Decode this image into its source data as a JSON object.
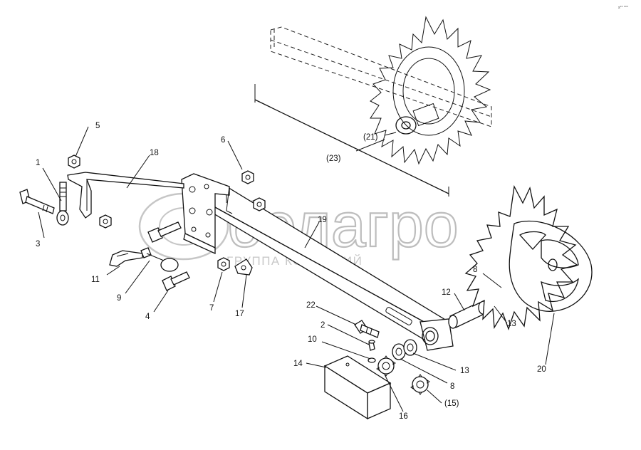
{
  "watermark": {
    "brand": "белагро",
    "tagline": "ГРУППА КОМПАНИЙ"
  },
  "corner_mark": "s°° °°°",
  "callouts": [
    {
      "id": "c1",
      "text": "1"
    },
    {
      "id": "c2",
      "text": "2"
    },
    {
      "id": "c3",
      "text": "3"
    },
    {
      "id": "c4",
      "text": "4"
    },
    {
      "id": "c5",
      "text": "5"
    },
    {
      "id": "c6",
      "text": "6"
    },
    {
      "id": "c7",
      "text": "7"
    },
    {
      "id": "c8a",
      "text": "8"
    },
    {
      "id": "c8b",
      "text": "8"
    },
    {
      "id": "c9",
      "text": "9"
    },
    {
      "id": "c10",
      "text": "10"
    },
    {
      "id": "c11",
      "text": "11"
    },
    {
      "id": "c12",
      "text": "12"
    },
    {
      "id": "c13a",
      "text": "13"
    },
    {
      "id": "c13b",
      "text": "13"
    },
    {
      "id": "c14",
      "text": "14"
    },
    {
      "id": "c15",
      "text": "(15)"
    },
    {
      "id": "c16",
      "text": "16"
    },
    {
      "id": "c17",
      "text": "17"
    },
    {
      "id": "c18",
      "text": "18"
    },
    {
      "id": "c19",
      "text": "19"
    },
    {
      "id": "c20",
      "text": "20"
    },
    {
      "id": "c21",
      "text": "(21)"
    },
    {
      "id": "c22",
      "text": "22"
    },
    {
      "id": "c23",
      "text": "(23)"
    }
  ]
}
